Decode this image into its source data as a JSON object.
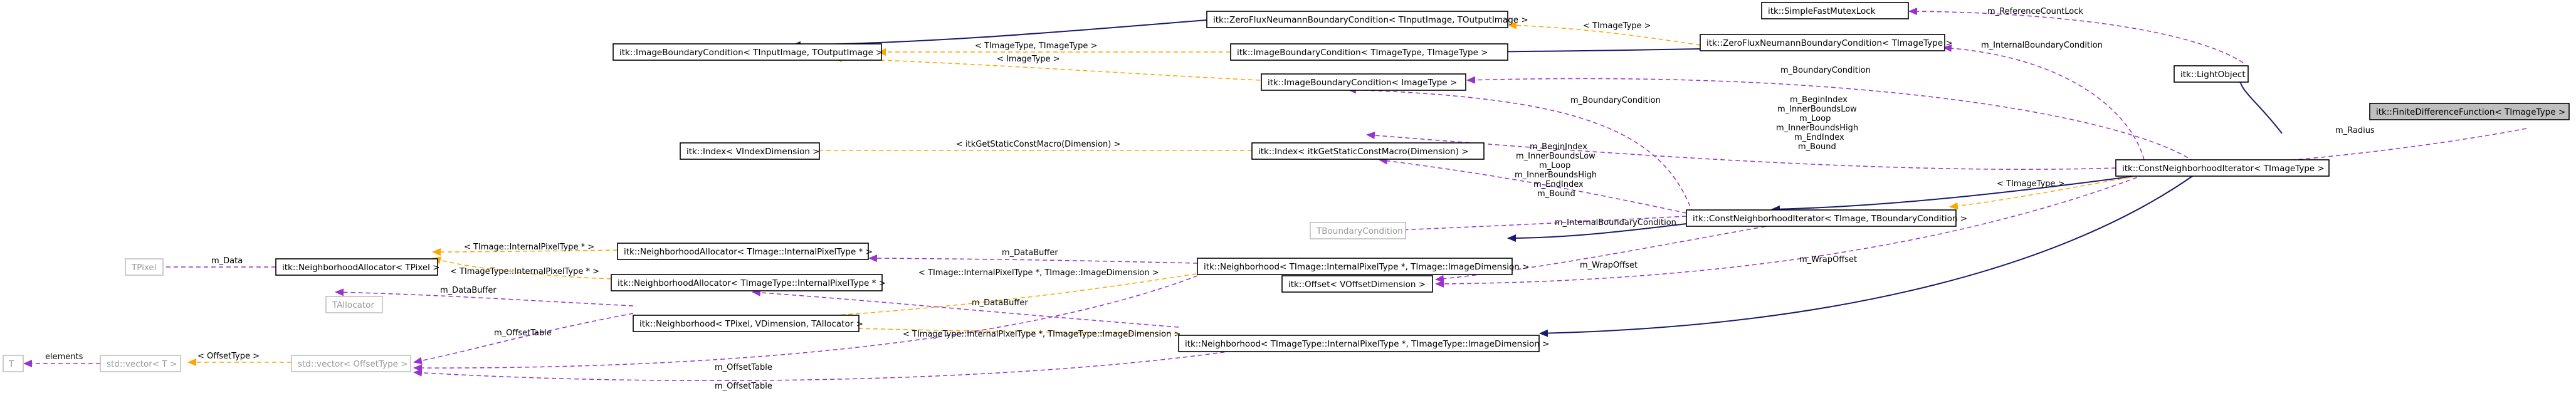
{
  "colors": {
    "inheritance": "#1a1a6e",
    "usage": "#9a32cd",
    "template": "#ffa500",
    "focus_fill": "#bfbfbf",
    "ghost_border": "#bfbfbf"
  },
  "nodes": {
    "zfn_in_out": "itk::ZeroFluxNeumannBoundaryCondition< TInputImage, TOutputImage >",
    "simple_mutex": "itk::SimpleFastMutexLock",
    "zfn_img": "itk::ZeroFluxNeumannBoundaryCondition< TImageType >",
    "ibc_in_out": "itk::ImageBoundaryCondition< TInputImage, TOutputImage >",
    "ibc_img_img": "itk::ImageBoundaryCondition< TImageType, TImageType >",
    "light_object": "itk::LightObject",
    "ibc_img": "itk::ImageBoundaryCondition< ImageType >",
    "finite_diff": "itk::FiniteDifferenceFunction< TImageType >",
    "index_vdim": "itk::Index< VIndexDimension >",
    "index_static": "itk::Index< itkGetStaticConstMacro(Dimension) >",
    "const_nbr_img": "itk::ConstNeighborhoodIterator< TImageType >",
    "tboundary": "TBoundaryCondition",
    "const_nbr_iter": "itk::ConstNeighborhoodIterator< TImage, TBoundaryCondition >",
    "tpixel": "TPixel",
    "nalloc_pixel": "itk::NeighborhoodAllocator< TPixel >",
    "nalloc_timage": "itk::NeighborhoodAllocator< TImage::InternalPixelType * >",
    "nbr_timage": "itk::Neighborhood< TImage::InternalPixelType *, TImage::ImageDimension >",
    "nalloc_timagetype": "itk::NeighborhoodAllocator< TImageType::InternalPixelType * >",
    "tallocator": "TAllocator",
    "offset_vdim": "itk::Offset< VOffsetDimension >",
    "nbr_tpixel": "itk::Neighborhood< TPixel, VDimension, TAllocator >",
    "t": "T",
    "std_vector_t": "std::vector< T >",
    "std_vector_offset": "std::vector< OffsetType >",
    "nbr_timagetype": "itk::Neighborhood< TImageType::InternalPixelType *, TImageType::ImageDimension >"
  },
  "edges": {
    "timagetype_1": "< TImageType >",
    "reference_count_lock": "m_ReferenceCountLock",
    "internal_boundary_1": "m_InternalBoundaryCondition",
    "timagetype_pair": "< TImageType, TImageType >",
    "imagetype": "< ImageType >",
    "boundary_condition_1": "m_BoundaryCondition",
    "boundary_condition_2": "m_BoundaryCondition",
    "radius": "m_Radius",
    "nbr_members_1": [
      "m_BeginIndex",
      "m_InnerBoundsLow",
      "m_Loop",
      "m_InnerBoundsHigh",
      "m_EndIndex",
      "m_Bound"
    ],
    "get_static_dim": "< itkGetStaticConstMacro(Dimension) >",
    "nbr_members_2": [
      "m_BeginIndex",
      "m_InnerBoundsLow",
      "m_Loop",
      "m_InnerBoundsHigh",
      "m_EndIndex",
      "m_Bound"
    ],
    "timagetype_2": "< TImageType >",
    "internal_boundary_2": "m_InternalBoundaryCondition",
    "timage_ipt_1": "< TImage::InternalPixelType * >",
    "data_1": "m_Data",
    "timagetype_ipt_1": "< TImageType::InternalPixelType * >",
    "data_buffer_1": "m_DataBuffer",
    "wrap_offset_1": "m_WrapOffset",
    "wrap_offset_2": "m_WrapOffset",
    "timage_ipt_dim": "< TImage::InternalPixelType *, TImage::ImageDimension >",
    "data_buffer_2": "m_DataBuffer",
    "data_buffer_3": "m_DataBuffer",
    "elements": "elements",
    "offset_type": "< OffsetType >",
    "offset_table_1": "m_OffsetTable",
    "timagetype_ipt_dim": "< TImageType::InternalPixelType *, TImageType::ImageDimension >",
    "offset_table_2": "m_OffsetTable",
    "offset_table_3": "m_OffsetTable"
  }
}
